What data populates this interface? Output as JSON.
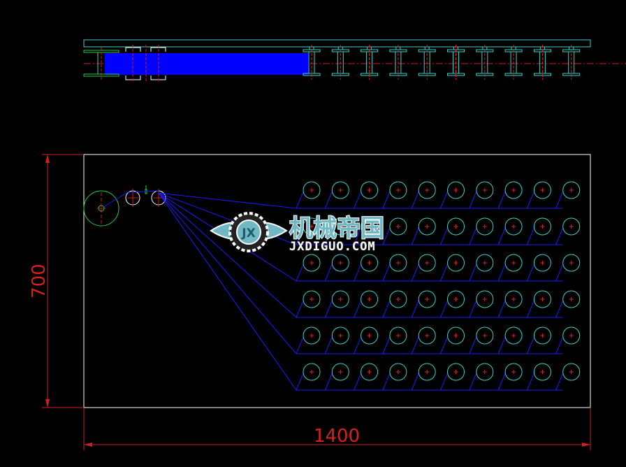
{
  "drawing": {
    "dimension_height": "700",
    "dimension_width": "1400",
    "grid_rows": 6,
    "grid_columns": 10,
    "colors": {
      "background": "#000000",
      "outline": "#ffffff",
      "circles": "#3fd0c8",
      "center_marks": "#e02020",
      "routing_lines": "#1a1aff",
      "block": "#0000ff",
      "dimension": "#d52020",
      "drive_wheel": "#2ecc40"
    }
  },
  "watermark": {
    "title": "机械帝国",
    "url": "JXDIGUO.COM",
    "emblem": "JX"
  }
}
